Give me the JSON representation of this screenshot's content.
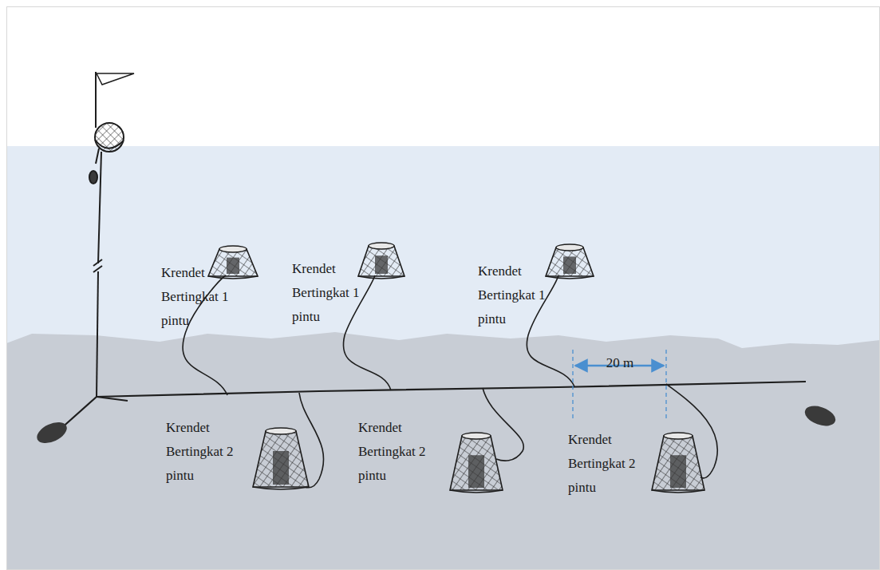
{
  "diagram": {
    "labels": [
      "Krendet Bertingkat 1 pintu",
      "Krendet Bertingkat 1 pintu",
      "Krendet Bertingkat 1 pintu",
      "20 m",
      "Krendet Bertingkat 2 pintu",
      "Krendet Bertingkat 2 pintu",
      "Krendet Bertingkat 2 pintu"
    ]
  }
}
